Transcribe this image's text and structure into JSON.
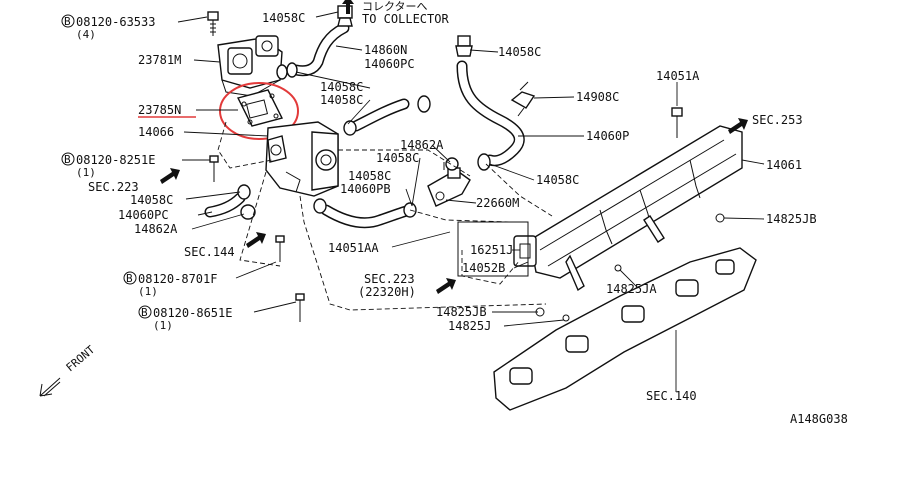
{
  "labels": {
    "bolt_top": "08120-63533",
    "bolt_top_qty": "(4)",
    "hose_top": "14058C",
    "to_collector_jp": "コレクターへ",
    "to_collector": "TO COLLECTOR",
    "p23781m": "23781M",
    "p14860n": "14860N",
    "p14060pc_top": "14060PC",
    "p14058c_a": "14058C",
    "p14058c_b": "14058C",
    "p23785n": "23785N",
    "p14066": "14066",
    "bolt_mid": "08120-8251E",
    "bolt_mid_qty": "(1)",
    "sec223_left": "SEC.223",
    "p14058c_left": "14058C",
    "p14060pc_left": "14060PC",
    "p14862a_left": "14862A",
    "sec144": "SEC.144",
    "bolt_low": "08120-8701F",
    "bolt_low_qty": "(1)",
    "bolt_bottom": "08120-8651E",
    "bolt_bottom_qty": "(1)",
    "p14862a_mid": "14862A",
    "p14058c_mid": "14058C",
    "p14060pb": "14060PB",
    "p22660m": "22660M",
    "p14051aa": "14051AA",
    "p16251j": "16251J",
    "p14052b": "14052B",
    "sec223_mid": "SEC.223",
    "p22320h": "(22320H)",
    "p14825jb_mid": "14825JB",
    "p14825j": "14825J",
    "p14058c_right_top": "14058C",
    "p14051a": "14051A",
    "p14908c": "14908C",
    "p14060p": "14060P",
    "p14058c_right": "14058C",
    "sec253": "SEC.253",
    "p14061": "14061",
    "p14825jb_right": "14825JB",
    "p14825ja": "14825JA",
    "sec140": "SEC.140",
    "front": "FRONT",
    "diagram_id": "A148G038",
    "bolt_symbol": "B"
  },
  "highlight": {
    "part": "23785N",
    "color": "#e23a3a"
  }
}
